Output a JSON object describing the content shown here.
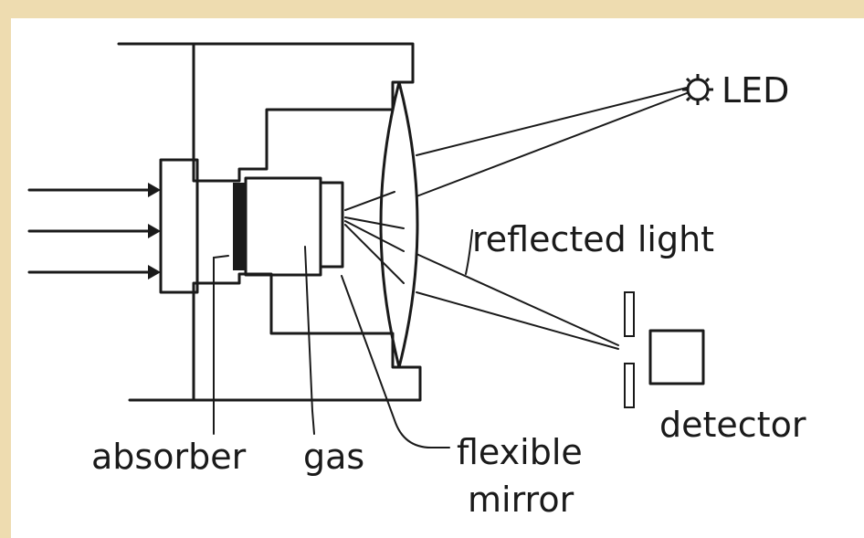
{
  "labels": {
    "led": "LED",
    "reflected_light": "reflected light",
    "detector": "detector",
    "absorber": "absorber",
    "gas": "gas",
    "flexible": "flexible",
    "mirror": "mirror"
  },
  "colors": {
    "page_border": "#eedcb0",
    "background": "#ffffff",
    "ink": "#1a1a1a"
  }
}
